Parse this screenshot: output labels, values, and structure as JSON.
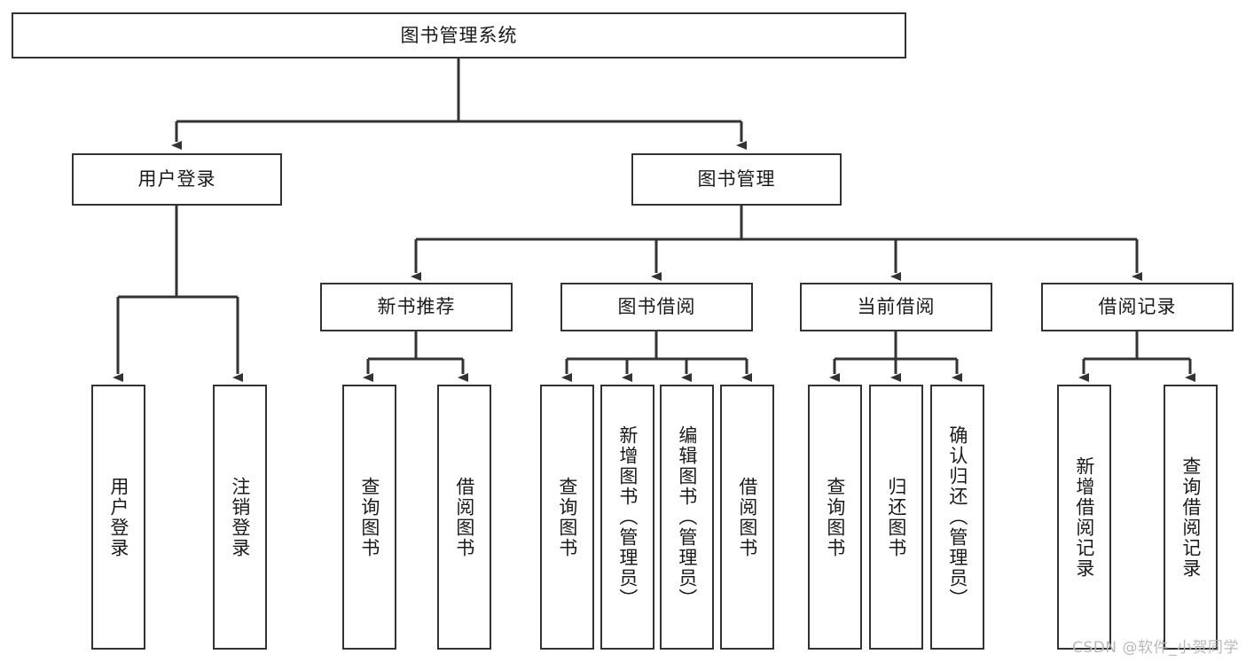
{
  "diagram": {
    "type": "tree",
    "title": "图书管理系统",
    "orientation": "top-down",
    "edge_color": "#333333",
    "box_border_color": "#333333",
    "box_fill_color": "#ffffff",
    "text_color": "#1a1a1a"
  },
  "root": {
    "label": "图书管理系统"
  },
  "level1": [
    {
      "label": "用户登录"
    },
    {
      "label": "图书管理"
    }
  ],
  "level2": [
    {
      "label": "新书推荐"
    },
    {
      "label": "图书借阅"
    },
    {
      "label": "当前借阅"
    },
    {
      "label": "借阅记录"
    }
  ],
  "leaves": {
    "user_login": [
      {
        "label": "用户登录"
      },
      {
        "label": "注销登录"
      }
    ],
    "new_book_recommend": [
      {
        "label": "查询图书"
      },
      {
        "label": "借阅图书"
      }
    ],
    "book_borrow": [
      {
        "label": "查询图书"
      },
      {
        "label": "新增图书（管理员）"
      },
      {
        "label": "编辑图书（管理员）"
      },
      {
        "label": "借阅图书"
      }
    ],
    "current_borrow": [
      {
        "label": "查询图书"
      },
      {
        "label": "归还图书"
      },
      {
        "label": "确认归还（管理员）"
      }
    ],
    "borrow_record": [
      {
        "label": "新增借阅记录"
      },
      {
        "label": "查询借阅记录"
      }
    ]
  },
  "watermark": {
    "text": "CSDN @软件_小贺同学"
  }
}
